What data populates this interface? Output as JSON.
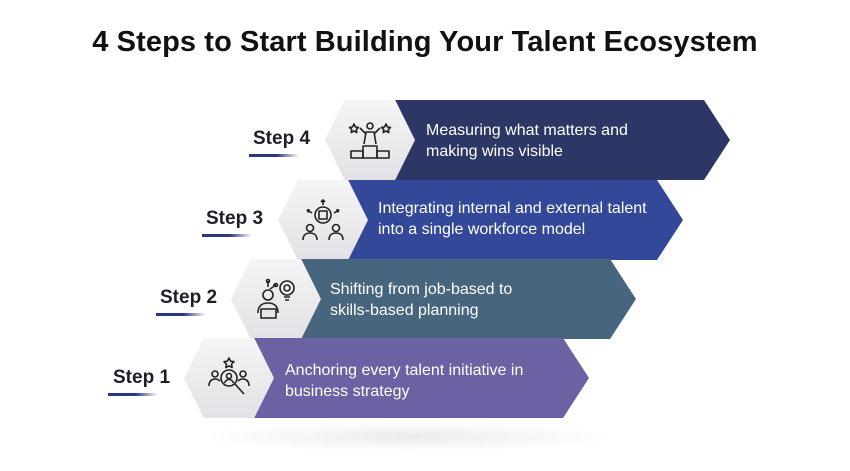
{
  "title": "4 Steps to Start Building Your Talent Ecosystem",
  "steps": [
    {
      "label": "Step 1",
      "line1": "Anchoring every talent initiative in",
      "line2": "business strategy",
      "color": "#6a62a3",
      "icon": "people-search-icon"
    },
    {
      "label": "Step 2",
      "line1": "Shifting from job-based to",
      "line2": "skills-based planning",
      "color": "#48657e",
      "icon": "person-skills-icon"
    },
    {
      "label": "Step 3",
      "line1": "Integrating internal and external talent",
      "line2": "into a single workforce model",
      "color": "#34489a",
      "icon": "workforce-network-icon"
    },
    {
      "label": "Step 4",
      "line1": "Measuring what matters and",
      "line2": "making wins visible",
      "color": "#2c3766",
      "icon": "winner-podium-icon"
    }
  ]
}
